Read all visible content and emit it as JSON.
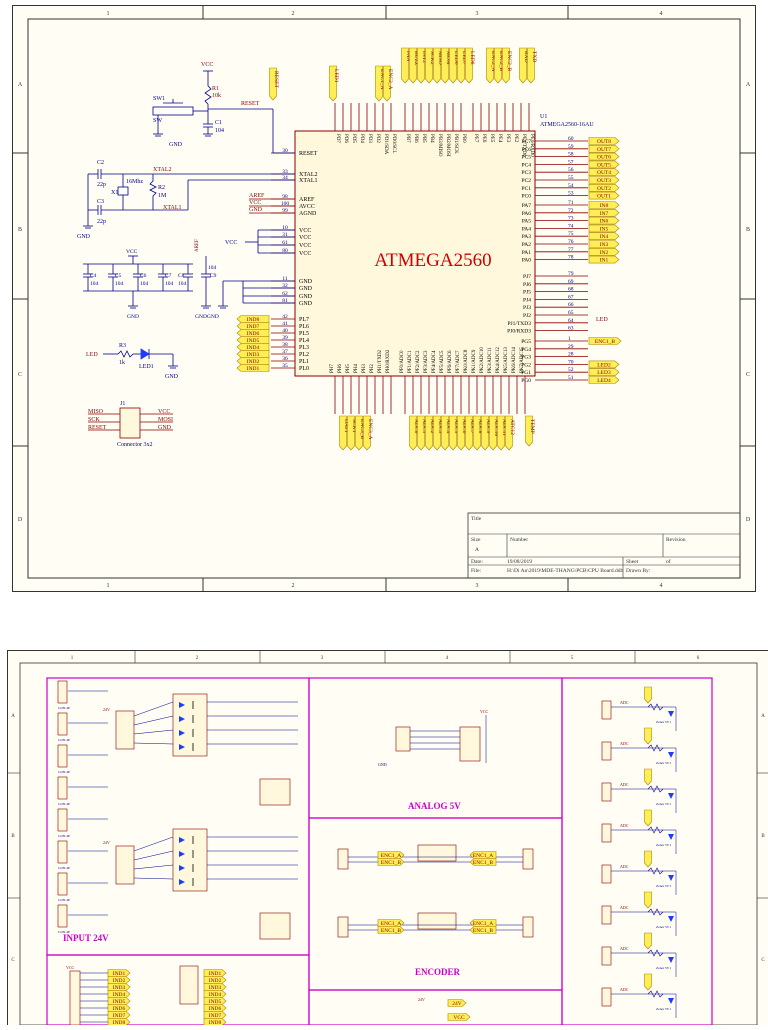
{
  "sheet1": {
    "zone_cols": [
      "1",
      "2",
      "3",
      "4"
    ],
    "zone_rows": [
      "A",
      "B",
      "C",
      "D"
    ],
    "chip": {
      "name": "ATMEGA2560",
      "ref": "U1",
      "part": "ATMEGA2560-16AU",
      "left_pins": [
        {
          "num": "30",
          "name": "RESET"
        },
        {
          "num": "33",
          "name": "XTAL2"
        },
        {
          "num": "34",
          "name": "XTAL1"
        },
        {
          "num": "98",
          "name": "AREF"
        },
        {
          "num": "100",
          "name": "AVCC"
        },
        {
          "num": "99",
          "name": "AGND"
        },
        {
          "num": "10",
          "name": "VCC"
        },
        {
          "num": "31",
          "name": "VCC"
        },
        {
          "num": "61",
          "name": "VCC"
        },
        {
          "num": "80",
          "name": "VCC"
        },
        {
          "num": "11",
          "name": "GND"
        },
        {
          "num": "32",
          "name": "GND"
        },
        {
          "num": "62",
          "name": "GND"
        },
        {
          "num": "81",
          "name": "GND"
        },
        {
          "num": "42",
          "name": "PL7"
        },
        {
          "num": "41",
          "name": "PL6"
        },
        {
          "num": "40",
          "name": "PL5"
        },
        {
          "num": "39",
          "name": "PL4"
        },
        {
          "num": "38",
          "name": "PL3"
        },
        {
          "num": "37",
          "name": "PL2"
        },
        {
          "num": "36",
          "name": "PL1"
        },
        {
          "num": "35",
          "name": "PL0"
        }
      ],
      "right_pins": [
        {
          "num": "60",
          "name": "PC7"
        },
        {
          "num": "59",
          "name": "PC6"
        },
        {
          "num": "58",
          "name": "PC5"
        },
        {
          "num": "57",
          "name": "PC4"
        },
        {
          "num": "56",
          "name": "PC3"
        },
        {
          "num": "55",
          "name": "PC2"
        },
        {
          "num": "54",
          "name": "PC1"
        },
        {
          "num": "53",
          "name": "PC0"
        },
        {
          "num": "71",
          "name": "PA7"
        },
        {
          "num": "72",
          "name": "PA6"
        },
        {
          "num": "73",
          "name": "PA5"
        },
        {
          "num": "74",
          "name": "PA4"
        },
        {
          "num": "75",
          "name": "PA3"
        },
        {
          "num": "76",
          "name": "PA2"
        },
        {
          "num": "77",
          "name": "PA1"
        },
        {
          "num": "78",
          "name": "PA0"
        },
        {
          "num": "79",
          "name": "PJ7"
        },
        {
          "num": "69",
          "name": "PJ6"
        },
        {
          "num": "68",
          "name": "PJ5"
        },
        {
          "num": "67",
          "name": "PJ4"
        },
        {
          "num": "66",
          "name": "PJ3"
        },
        {
          "num": "65",
          "name": "PJ2"
        },
        {
          "num": "64",
          "name": "PJ1/TXD3"
        },
        {
          "num": "63",
          "name": "PJ0/RXD3"
        },
        {
          "num": "1",
          "name": "PG5"
        },
        {
          "num": "29",
          "name": "PG4"
        },
        {
          "num": "28",
          "name": "PG3"
        },
        {
          "num": "70",
          "name": "PG2"
        },
        {
          "num": "52",
          "name": "PG1"
        },
        {
          "num": "51",
          "name": "PG0"
        }
      ],
      "top_pins": [
        "PD7",
        "PD6",
        "PD5",
        "PD4",
        "PD3",
        "PD2",
        "PD1/SDA",
        "PD0/SCL",
        "PB7",
        "PB6",
        "PB5",
        "PB4",
        "PB3/MISO",
        "PB2/MOSI",
        "PB1/SCK",
        "PB0",
        "PE7",
        "PE6",
        "PE5",
        "PE4",
        "PE3",
        "PE2",
        "PE1/TXD0",
        "PE0/RXD0"
      ],
      "bottom_pins": [
        "PH7",
        "PH6",
        "PH5",
        "PH4",
        "PH3",
        "PH2",
        "PH1/TXD2",
        "PH0/RXD2",
        "PF0/ADC0",
        "PF1/ADC1",
        "PF2/ADC2",
        "PF3/ADC3",
        "PF4/ADC4",
        "PF5/ADC5",
        "PF6/ADC6",
        "PF7/ADC7",
        "PK0/ADC8",
        "PK1/ADC9",
        "PK2/ADC10",
        "PK3/ADC11",
        "PK4/ADC12",
        "PK5/ADC13",
        "PK6/ADC14",
        "PK7/ADC15"
      ]
    },
    "net_labels": {
      "right_out": [
        "OUT8",
        "OUT7",
        "OUT6",
        "OUT5",
        "OUT4",
        "OUT3",
        "OUT2",
        "OUT1"
      ],
      "right_in": [
        "IN8",
        "IN7",
        "IN6",
        "IN5",
        "IN4",
        "IN3",
        "IN2",
        "IN1"
      ],
      "right_misc": [
        "LED",
        "ENC1_B",
        "LED2",
        "LED3",
        "LED4"
      ],
      "left_ind": [
        "IND8",
        "IND7",
        "IND6",
        "IND5",
        "IND4",
        "IND3",
        "IND2",
        "IND1"
      ],
      "top_labels": [
        "RESET",
        "LED1",
        "ENC1_A",
        "ENC2_A",
        "FAN",
        "BUZZ",
        "INT2",
        "SCK2",
        "MISO",
        "MOSI",
        "LED6",
        "LED7",
        "LED8",
        "ENC2_A",
        "ENC2_B",
        "ENC2_B",
        "RXD",
        "TXD"
      ],
      "bottom_labels_left": [
        "DAT1",
        "SCK1",
        "ENC3_B",
        "ENC3_A"
      ],
      "bottom_labels_adc": [
        "ADC0",
        "ADC1",
        "ADC2",
        "ADC3",
        "ADC4",
        "ADC5",
        "ADC6",
        "ADC7",
        "ADC8",
        "ADC9",
        "ADC10",
        "ADC11",
        "ATC12"
      ],
      "bottom_label_temp": "TEMP"
    },
    "components": {
      "vcc": "VCC",
      "gnd": "GND",
      "r1": "R1",
      "r1_val": "10k",
      "sw1": "SW1",
      "sw": "SW",
      "c1": "C1",
      "c1_val": "104",
      "reset": "RESET",
      "c2": "C2",
      "c2_val": "22p",
      "c3": "C3",
      "c3_val": "22p",
      "x1": "X1",
      "x1_val": "16Mhz",
      "r2": "R2",
      "r2_val": "1M",
      "xtal2": "XTAL2",
      "xtal1": "XTAL1",
      "aref": "AREF",
      "caps": [
        "C4",
        "C5",
        "C6",
        "C7",
        "C8"
      ],
      "cap_val": "104",
      "c9": "C9",
      "c9_val": "104",
      "gndgnd": "GNDGND",
      "led": "LED",
      "r3": "R3",
      "r3_val": "1k",
      "led1": "LED1",
      "j1": "J1",
      "j1_left": [
        "MISO",
        "SCK",
        "RESET"
      ],
      "j1_right": [
        "VCC",
        "MOSI",
        "GND"
      ],
      "j1_name": "Connector 3x2"
    },
    "title_block": {
      "title": "Title",
      "size": "Size",
      "size_val": "A",
      "number": "Number",
      "revision": "Revision",
      "date": "Date:",
      "date_val": "19/08/2019",
      "file": "File:",
      "file_val": "H:\\Di An\\2019\\MDE-THANG\\PCB\\CPU Board.ddb",
      "sheet": "Sheet",
      "of": "of",
      "drawn": "Drawn By:"
    }
  },
  "sheet2": {
    "zone_cols": [
      "1",
      "2",
      "3",
      "4",
      "5",
      "6"
    ],
    "zone_rows": [
      "A",
      "B",
      "C"
    ],
    "blocks": {
      "input": "INPUT 24V",
      "analog": "ANALOG 5V",
      "encoder": "ENCODER"
    },
    "small_labels": {
      "con": "CON 4P",
      "v24": "24V",
      "vcc": "VCC",
      "gnd": "GND",
      "adc": "ADC",
      "zener": "Zener 5V1",
      "enc_a": "ENC1_A",
      "enc_b": "ENC1_B"
    }
  }
}
